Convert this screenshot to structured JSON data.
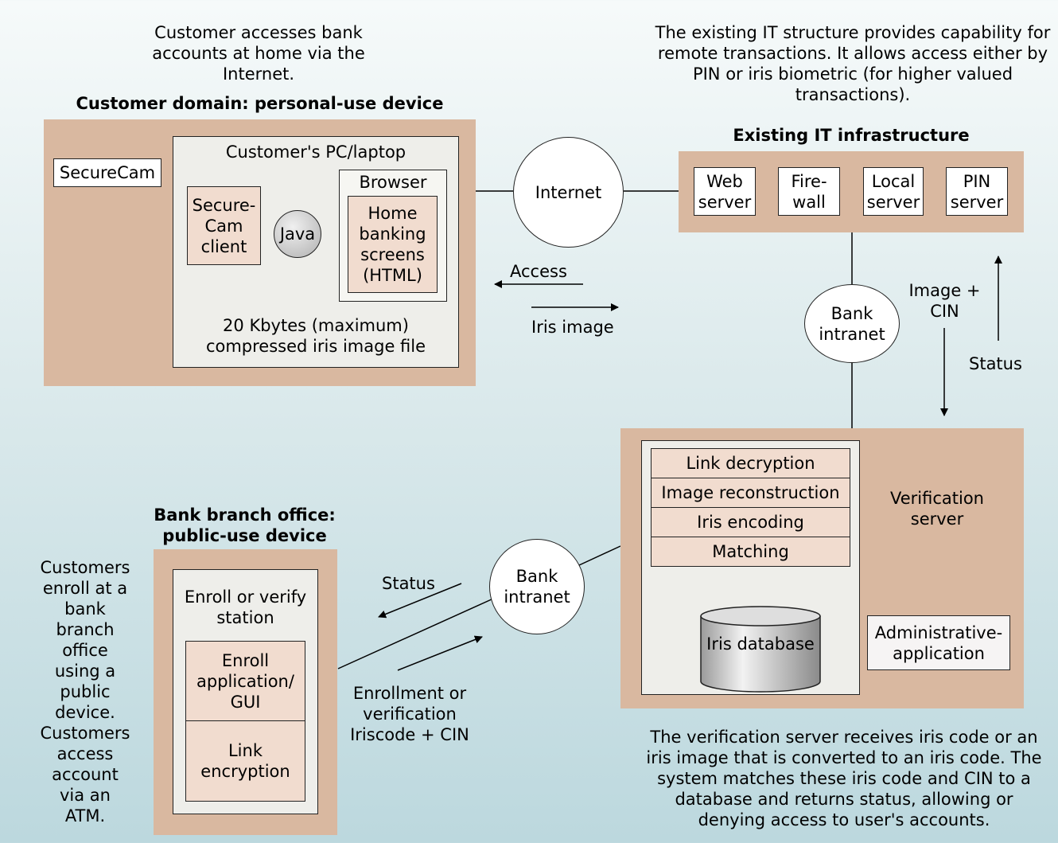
{
  "captions": {
    "top_left": "Customer accesses bank accounts at home via the Internet.",
    "top_right": "The existing IT structure provides capability for remote transactions. It allows access either by PIN or iris biometric (for higher valued transactions).",
    "bottom_left": "Customers enroll at a bank branch office using a public device. Customers access account via an ATM.",
    "bottom_right": "The verification server receives iris code or an iris image that is converted to an iris code. The system matches these iris code and CIN to a database and returns status, allowing or denying access to user's accounts."
  },
  "customer_domain": {
    "title": "Customer domain: personal-use device",
    "securecam": "SecureCam",
    "pc_title": "Customer's PC/laptop",
    "securecam_client": "Secure-Cam client",
    "java": "Java",
    "browser": "Browser",
    "home_banking": "Home banking screens (HTML)",
    "file_note": "20 Kbytes (maximum) compressed iris image file"
  },
  "internet": "Internet",
  "arrows": {
    "access": "Access",
    "iris_image": "Iris image",
    "image_cin": "Image + CIN",
    "status_right": "Status",
    "status_left": "Status",
    "enrollment": "Enrollment or verification Iriscode + CIN"
  },
  "it_infra": {
    "title": "Existing IT infrastructure",
    "web_server": "Web server",
    "firewall": "Fire-wall",
    "local_server": "Local server",
    "pin_server": "PIN server"
  },
  "bank_intranet_top": "Bank intranet",
  "bank_intranet_bottom": "Bank intranet",
  "verification": {
    "title": "Verification server",
    "steps": [
      "Link decryption",
      "Image reconstruction",
      "Iris encoding",
      "Matching"
    ],
    "database": "Iris database",
    "admin_app": "Administrative-application"
  },
  "branch": {
    "title": "Bank branch office: public-use device",
    "station": "Enroll or verify station",
    "enroll_app": "Enroll application/ GUI",
    "link_enc": "Link encryption"
  }
}
